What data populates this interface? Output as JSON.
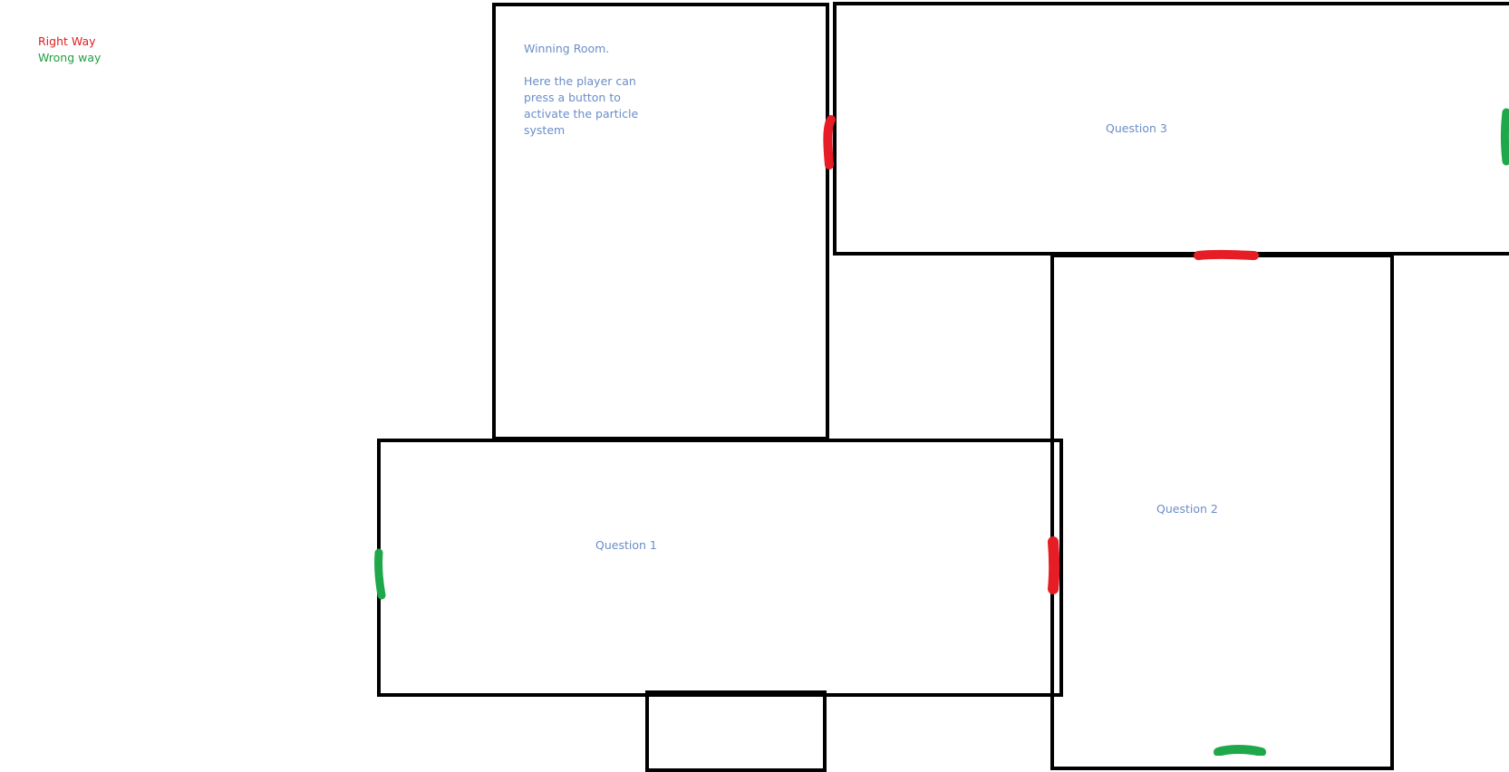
{
  "legend": {
    "right_way": "Right Way",
    "wrong_way": "Wrong way"
  },
  "rooms": {
    "winning": {
      "title": "Winning Room.",
      "description": "Here the player can press a button to activate the particle system"
    },
    "question1": {
      "label": "Question 1"
    },
    "question2": {
      "label": "Question 2"
    },
    "question3": {
      "label": "Question 3"
    }
  },
  "colors": {
    "right_way": "#e61d25",
    "wrong_way": "#1fa84a",
    "label_text": "#6a8ec7",
    "walls": "#000000"
  }
}
